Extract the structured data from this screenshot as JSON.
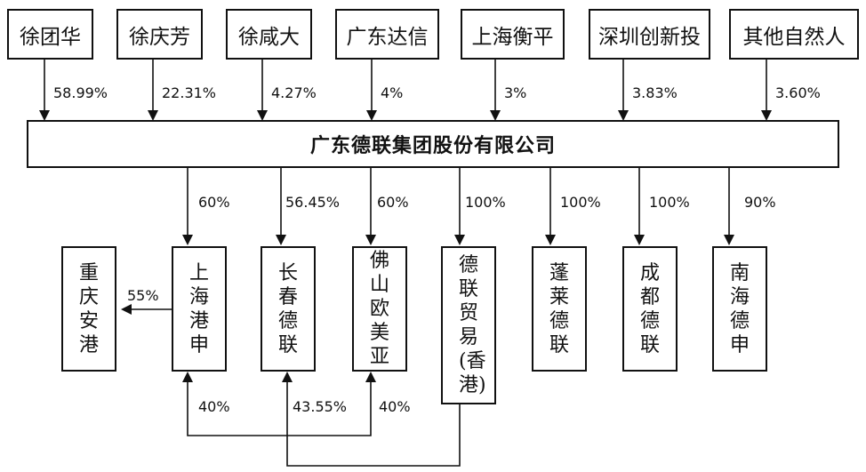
{
  "shareholders": [
    {
      "name": "徐团华",
      "pct": "58.99%"
    },
    {
      "name": "徐庆芳",
      "pct": "22.31%"
    },
    {
      "name": "徐咸大",
      "pct": "4.27%"
    },
    {
      "name": "广东达信",
      "pct": "4%"
    },
    {
      "name": "上海衡平",
      "pct": "3%"
    },
    {
      "name": "深圳创新投",
      "pct": "3.83%"
    },
    {
      "name": "其他自然人",
      "pct": "3.60%"
    }
  ],
  "company": "广东德联集团股份有限公司",
  "subsidiaries": [
    {
      "name": "上海港申",
      "pct": "60%"
    },
    {
      "name": "长春德联",
      "pct": "56.45%"
    },
    {
      "name": "佛山欧美亚",
      "pct": "60%"
    },
    {
      "name": "德联贸易(香港)",
      "pct": "100%"
    },
    {
      "name": "蓬莱德联",
      "pct": "100%"
    },
    {
      "name": "成都德联",
      "pct": "100%"
    },
    {
      "name": "南海德申",
      "pct": "90%"
    }
  ],
  "sub_sub": {
    "name": "重庆安港",
    "pct": "55%"
  },
  "cross_holdings": {
    "shanghai_gangshen_from_foshan": "40%",
    "changchun_delian_from_hk": "43.55%",
    "foshan_oumeiya_from_shanghai": "40%"
  }
}
